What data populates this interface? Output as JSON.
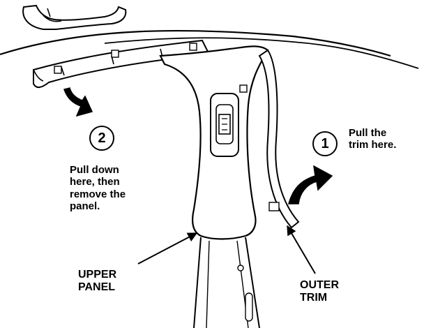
{
  "steps": [
    {
      "number": "1",
      "text_lines": [
        "Pull the",
        "trim here."
      ]
    },
    {
      "number": "2",
      "text_lines": [
        "Pull down",
        "here, then",
        "remove the",
        "panel."
      ]
    }
  ],
  "callouts": {
    "upper_panel": [
      "UPPER",
      "PANEL"
    ],
    "outer_trim": [
      "OUTER",
      "TRIM"
    ]
  }
}
